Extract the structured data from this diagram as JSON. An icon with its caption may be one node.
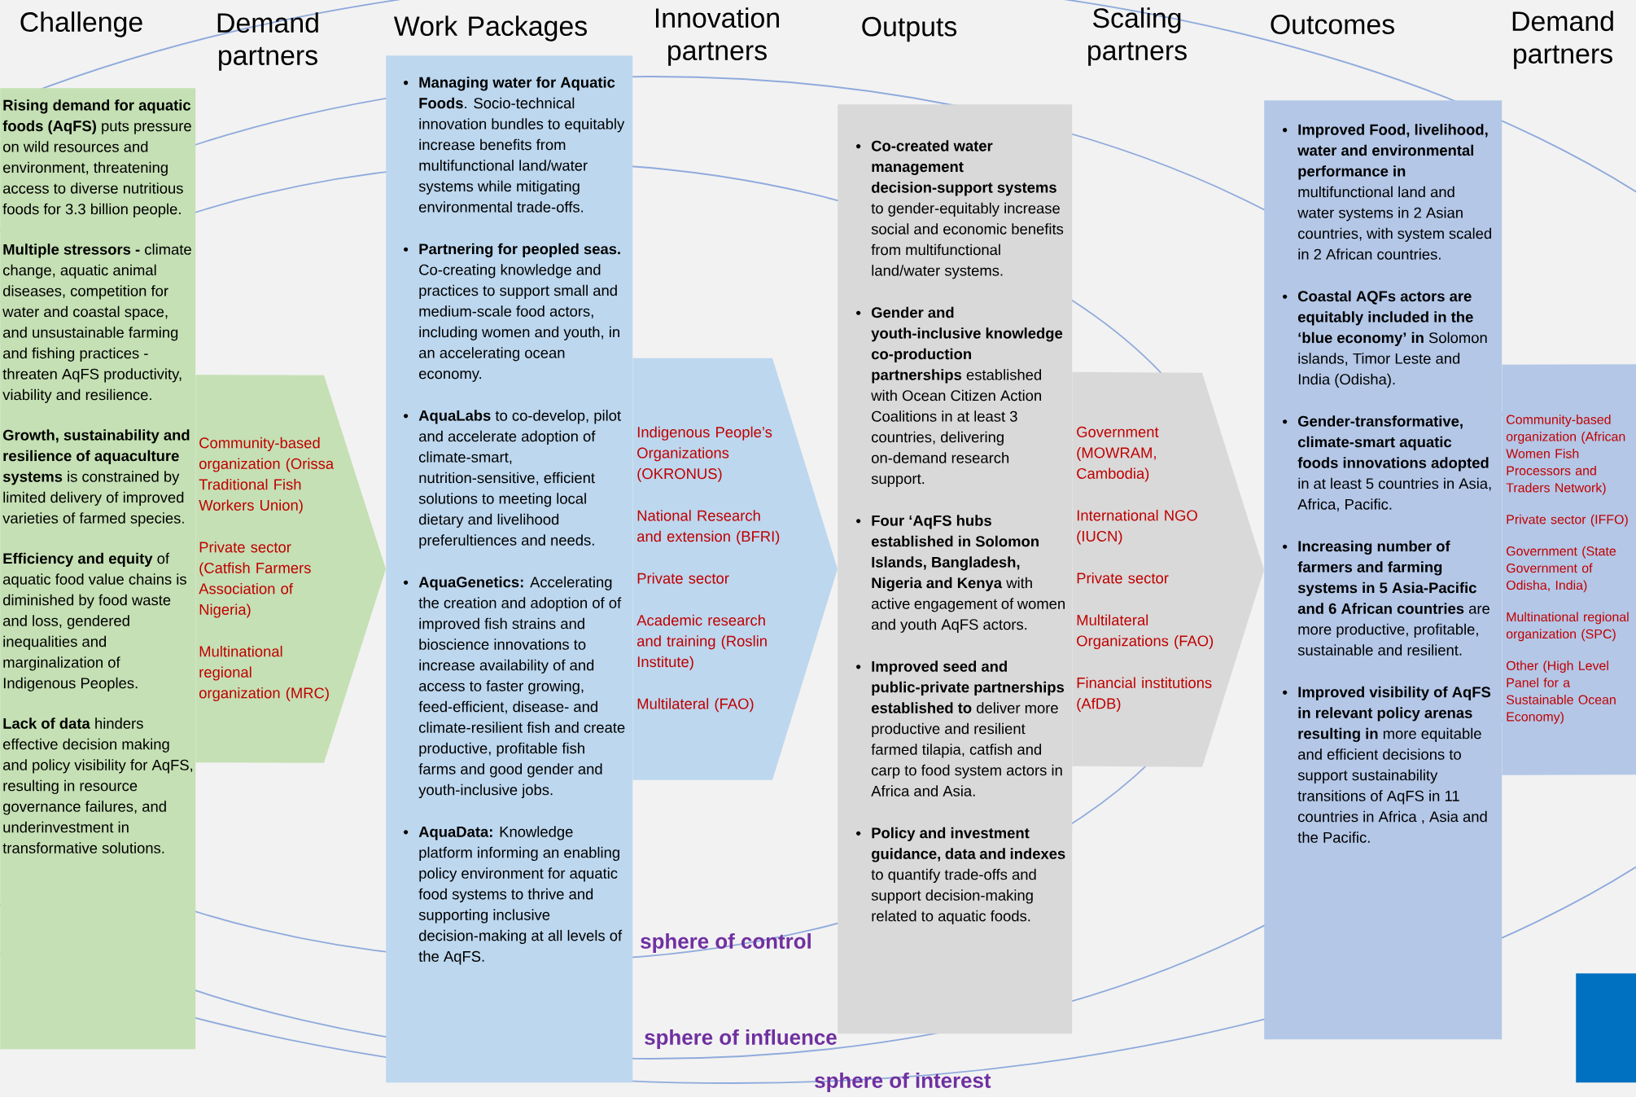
{
  "diagram": {
    "nodes": [
      {
        "text": [
          "**Rising demand for aquatic foods (AqFS)** puts pressure on wild resources and environment, threatening access to diverse nutritious foods for 3.3 billion people.",
          "**Multiple stressors -** climate change, aquatic animal diseases, competition for water and coastal space, and unsustainable farming and fishing practices - threaten AqFS productivity, viability and resilience.",
          "**Growth, sustainability and resilience of aquaculture systems** is constrained by limited delivery of improved varieties of farmed species.",
          "**Efficiency and equity** of aquatic food value chains is diminished by food waste and loss, gendered inequalities and marginalization of Indigenous Peoples.",
          "**Lack of data** hinders effective decision making and policy visibility for AqFS, resulting in resource governance failures, and underinvestment in transformative solutions."
        ],
        "beside": [
          "Challenge"
        ]
      },
      {
        "text": [
          "Community-based organization (Orissa Traditional Fish Workers Union)",
          "Private sector (Catfish Farmers Association of Nigeria)",
          "Multinational regional organization (MRC)"
        ]
      },
      {
        "text": [
          "**Managing water for Aquatic Foods**. Socio-technical innovation bundles to equitably increase benefits from multifunctional land/water systems while mitigating environmental trade-offs.",
          "**Partnering for peopled seas.** Co-creating knowledge and practices to support small and medium-scale food actors, including women and youth, in an accelerating ocean economy.",
          "**AquaLabs** to co-develop, pilot and accelerate adoption of climate-smart, nutrition-sensitive, efficient solutions to meeting local dietary and livelihood preferultiences and needs.",
          "**AquaGenetics:** Accelerating the creation and adoption of of improved fish strains and bioscience innovations to increase availability of and access to faster growing, feed-efficient, disease- and climate-resilient fish and create productive, profitable fish farms and good gender and youth-inclusive jobs.",
          "**AquaData:** Knowledge platform informing an enabling policy environment for aquatic food systems to thrive and supporting inclusive decision-making at all levels of the AqFS."
        ],
        "beside": [
          "Work Packages"
        ]
      },
      {
        "text": [
          "Indigenous People’s Organizations (OKRONUS)",
          "National Research and extension (BFRI)",
          "Private sector",
          "Academic research and training (Roslin Institute)",
          "Multilateral (FAO)"
        ]
      },
      {
        "text": [
          "**Co-created water management decision-support systems** to gender-equitably increase social and economic benefits from multifunctional land/water systems.",
          "**Gender and youth-inclusive knowledge co-production partnerships** established with Ocean Citizen Action Coalitions in at least 3 countries, delivering on-demand research support.",
          "**Four ‘AqFS hubs established in Solomon Islands, Bangladesh, Nigeria and Kenya** with active engagement of women and youth AqFS actors.",
          "**Improved seed and public-private partnerships established to** deliver more productive and resilient farmed tilapia, catfish and carp to food system actors in Africa and Asia.",
          "**Policy and investment guidance, data and indexes** to quantify trade-offs and support decision-making related to aquatic foods."
        ],
        "beside": [
          "Outputs"
        ]
      },
      {
        "text": [
          "Government (MOWRAM, Cambodia)",
          "International NGO (IUCN)",
          "Private sector",
          "Multilateral Organizations (FAO)",
          "Financial institutions (AfDB)"
        ]
      },
      {
        "text": [
          "**Improved Food, livelihood, water and environmental performance in** multifunctional land and water systems in 2 Asian countries, with system scaled in 2 African countries.",
          "**Coastal AQFs actors are equitably included in the ‘blue economy’ in** Solomon islands, Timor Leste and India (Odisha).",
          "**Gender-transformative, climate-smart aquatic foods innovations adopted** in at least 5 countries in Asia, Africa, Pacific.",
          "**Increasing number of farmers and farming systems in 5 Asia-Pacific and 6 African countries** are more productive, profitable, sustainable and resilient.",
          "**Improved visibility of AqFS in relevant policy arenas resulting in** more equitable and efficient decisions to support sustainability transitions of AqFS in 11 countries in Africa , Asia and the Pacific."
        ],
        "beside": [
          "Outcomes"
        ]
      },
      {
        "text": [
          "Community-based organization (African Women Fish Processors and Traders Network)",
          "Private sector (IFFO)",
          "Government (State Government of Odisha, India)",
          "Multinational regional organization (SPC)",
          "Other (High Level Panel for a Sustainable Ocean Economy)"
        ]
      },
      {
        "text": [],
        "shape": "box"
      }
    ],
    "edges": [
      {
        "from": 0,
        "to": 2,
        "arrow": "to"
      },
      {
        "from": 2,
        "to": 4,
        "arrow": "to"
      },
      {
        "from": 4,
        "to": 6,
        "arrow": "to"
      },
      {
        "from": 6,
        "to": null,
        "arrow": "none"
      }
    ],
    "labels": [
      "Demand partners",
      "Innovation partners",
      "Scaling partners",
      "Demand partners",
      "sphere of control",
      "sphere of influence",
      "sphere of interest"
    ]
  }
}
